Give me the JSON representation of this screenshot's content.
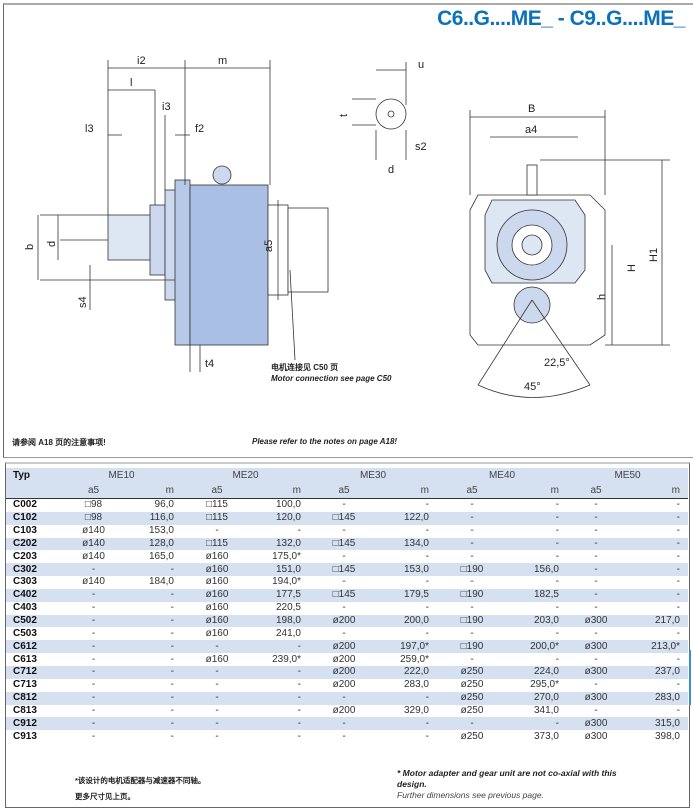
{
  "header": {
    "title": "C6..G....ME_ - C9..G....ME_"
  },
  "drawing": {
    "labels": {
      "i2": "i2",
      "m": "m",
      "l": "l",
      "i3": "i3",
      "l3": "l3",
      "f2": "f2",
      "b": "b",
      "d": "d",
      "a5": "a5",
      "s4": "s4",
      "t4": "t4",
      "u": "u",
      "t": "t",
      "s2": "s2",
      "d2": "d",
      "B": "B",
      "a4": "a4",
      "H1": "H1",
      "H": "H",
      "h": "h",
      "angle1": "22,5°",
      "angle2": "45°"
    },
    "motor_connection_cn": "电机连接见 C50 页",
    "motor_connection_en": "Motor connection see page C50",
    "note_cn": "请参阅 A18 页的注意事项!",
    "note_en": "Please refer to the notes on page A18!"
  },
  "colors": {
    "accent": "#0a72bb",
    "row_band": "#d5e0f1"
  },
  "table": {
    "typ_header": "Typ",
    "groups": [
      "ME10",
      "ME20",
      "ME30",
      "ME40",
      "ME50"
    ],
    "sub_headers": [
      "a5",
      "m"
    ],
    "rows": [
      {
        "typ": "C002",
        "v": [
          "□98",
          "96,0",
          "□115",
          "100,0",
          "-",
          "-",
          "-",
          "-",
          "-",
          "-"
        ]
      },
      {
        "typ": "C102",
        "v": [
          "□98",
          "116,0",
          "□115",
          "120,0",
          "□145",
          "122,0",
          "-",
          "-",
          "-",
          "-"
        ]
      },
      {
        "typ": "C103",
        "v": [
          "ø140",
          "153,0",
          "-",
          "-",
          "-",
          "-",
          "-",
          "-",
          "-",
          "-"
        ]
      },
      {
        "typ": "C202",
        "v": [
          "ø140",
          "128,0",
          "□115",
          "132,0",
          "□145",
          "134,0",
          "-",
          "-",
          "-",
          "-"
        ]
      },
      {
        "typ": "C203",
        "v": [
          "ø140",
          "165,0",
          "ø160",
          "175,0*",
          "-",
          "-",
          "-",
          "-",
          "-",
          "-"
        ]
      },
      {
        "typ": "C302",
        "v": [
          "-",
          "-",
          "ø160",
          "151,0",
          "□145",
          "153,0",
          "□190",
          "156,0",
          "-",
          "-"
        ]
      },
      {
        "typ": "C303",
        "v": [
          "ø140",
          "184,0",
          "ø160",
          "194,0*",
          "-",
          "-",
          "-",
          "-",
          "-",
          "-"
        ]
      },
      {
        "typ": "C402",
        "v": [
          "-",
          "-",
          "ø160",
          "177,5",
          "□145",
          "179,5",
          "□190",
          "182,5",
          "-",
          "-"
        ]
      },
      {
        "typ": "C403",
        "v": [
          "-",
          "-",
          "ø160",
          "220,5",
          "-",
          "-",
          "-",
          "-",
          "-",
          "-"
        ]
      },
      {
        "typ": "C502",
        "v": [
          "-",
          "-",
          "ø160",
          "198,0",
          "ø200",
          "200,0",
          "□190",
          "203,0",
          "ø300",
          "217,0"
        ]
      },
      {
        "typ": "C503",
        "v": [
          "-",
          "-",
          "ø160",
          "241,0",
          "-",
          "-",
          "-",
          "-",
          "-",
          "-"
        ]
      },
      {
        "typ": "C612",
        "v": [
          "-",
          "-",
          "-",
          "-",
          "ø200",
          "197,0*",
          "□190",
          "200,0*",
          "ø300",
          "213,0*"
        ]
      },
      {
        "typ": "C613",
        "v": [
          "-",
          "-",
          "ø160",
          "239,0*",
          "ø200",
          "259,0*",
          "-",
          "-",
          "-",
          "-"
        ]
      },
      {
        "typ": "C712",
        "v": [
          "-",
          "-",
          "-",
          "-",
          "ø200",
          "222,0",
          "ø250",
          "224,0",
          "ø300",
          "237,0"
        ]
      },
      {
        "typ": "C713",
        "v": [
          "-",
          "-",
          "-",
          "-",
          "ø200",
          "283,0",
          "ø250",
          "295,0*",
          "-",
          "-"
        ]
      },
      {
        "typ": "C812",
        "v": [
          "-",
          "-",
          "-",
          "-",
          "-",
          "-",
          "ø250",
          "270,0",
          "ø300",
          "283,0"
        ]
      },
      {
        "typ": "C813",
        "v": [
          "-",
          "-",
          "-",
          "-",
          "ø200",
          "329,0",
          "ø250",
          "341,0",
          "-",
          "-"
        ]
      },
      {
        "typ": "C912",
        "v": [
          "-",
          "-",
          "-",
          "-",
          "-",
          "-",
          "-",
          "-",
          "ø300",
          "315,0"
        ]
      },
      {
        "typ": "C913",
        "v": [
          "-",
          "-",
          "-",
          "-",
          "-",
          "-",
          "ø250",
          "373,0",
          "ø300",
          "398,0"
        ]
      }
    ]
  },
  "footnotes": {
    "cn_1": "*该设计的电机适配器与减速器不同轴。",
    "cn_2": "更多尺寸见上页。",
    "en_1": "* Motor adapter and gear unit are not co-axial with this design.",
    "en_2": "Further dimensions see previous page."
  }
}
